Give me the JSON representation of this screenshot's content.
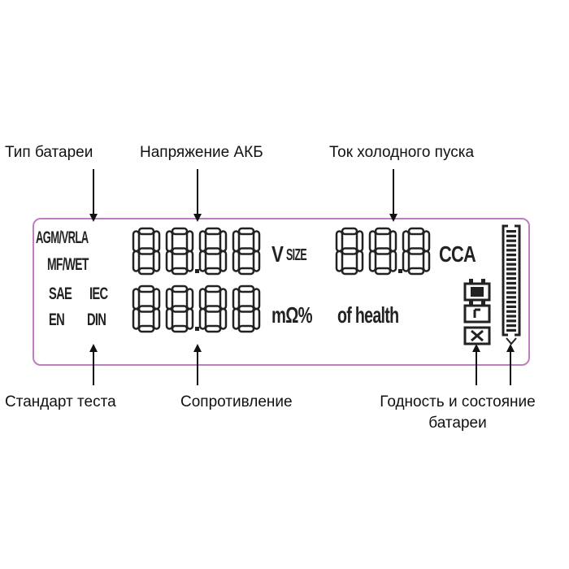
{
  "callouts": {
    "battery_type": "Тип батареи",
    "battery_voltage": "Напряжение АКБ",
    "cold_cranking_current": "Ток холодного пуска",
    "test_standard": "Стандарт теста",
    "resistance": "Сопротивление",
    "health_line1": "Годность и состояние",
    "health_line2": "батареи"
  },
  "lcd": {
    "type_line1": "AGM/VRLA",
    "type_line2": "MF/WET",
    "std_sae": "SAE",
    "std_iec": "IEC",
    "std_en": "EN",
    "std_din": "DIN",
    "unit_v": "V",
    "unit_size": "SIZE",
    "unit_cca": "CCA",
    "unit_resist": "mΩ%",
    "unit_health": "of health",
    "icon_ok_text": "OK",
    "icon_bad_text": "X",
    "colors": {
      "border": "#c07ec0",
      "segment": "#222222"
    }
  }
}
